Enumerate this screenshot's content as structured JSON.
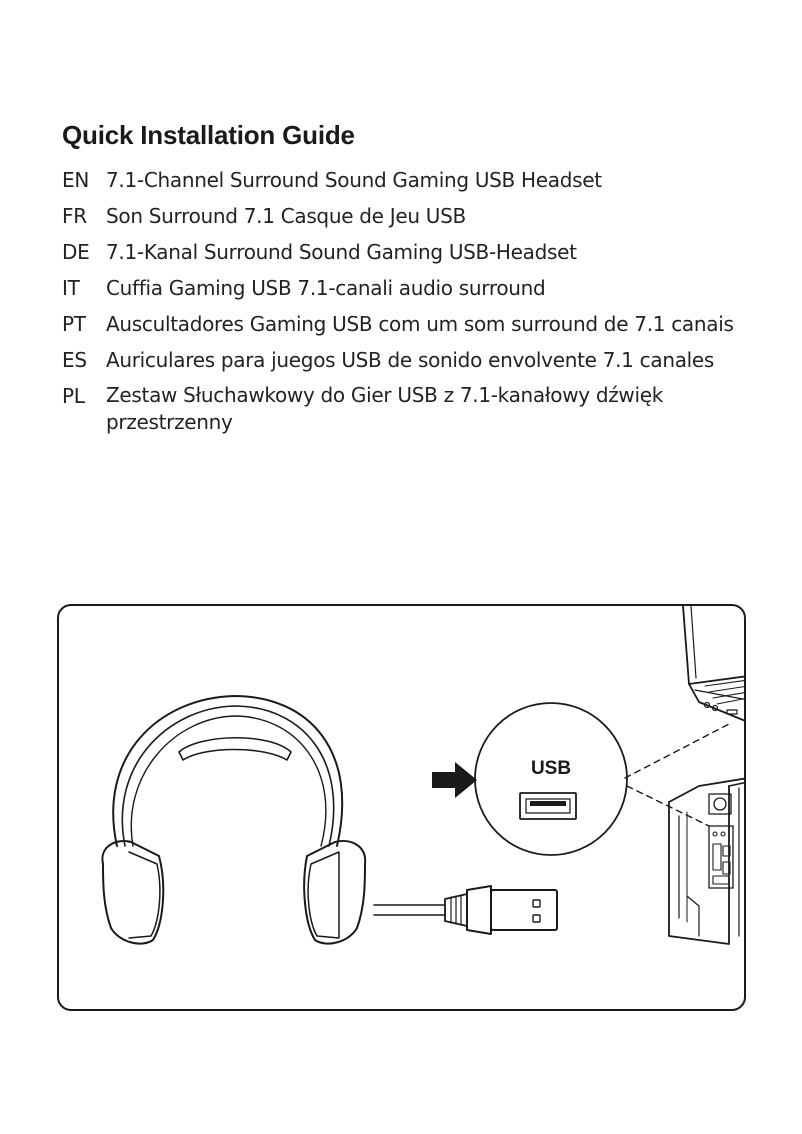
{
  "title": "Quick Installation Guide",
  "languages": [
    {
      "code": "EN",
      "text": "7.1-Channel Surround Sound Gaming USB Headset"
    },
    {
      "code": "FR",
      "text": "Son Surround 7.1 Casque de Jeu USB"
    },
    {
      "code": "DE",
      "text": "7.1-Kanal Surround Sound Gaming USB-Headset"
    },
    {
      "code": "IT",
      "text": "Cuffia Gaming USB 7.1-canali audio surround"
    },
    {
      "code": "PT",
      "text": "Auscultadores Gaming USB com um som surround de 7.1 canais"
    },
    {
      "code": "ES",
      "text": "Auriculares para juegos USB de sonido envolvente 7.1 canales"
    },
    {
      "code": "PL",
      "text": "Zestaw Słuchawkowy do Gier USB z 7.1-kanałowy dźwięk przestrzenny"
    }
  ],
  "illustration": {
    "usb_label": "USB",
    "icons": [
      "headset-icon",
      "usb-plug-icon",
      "arrow-right-icon",
      "usb-port-icon",
      "laptop-icon",
      "desktop-tower-icon"
    ]
  }
}
